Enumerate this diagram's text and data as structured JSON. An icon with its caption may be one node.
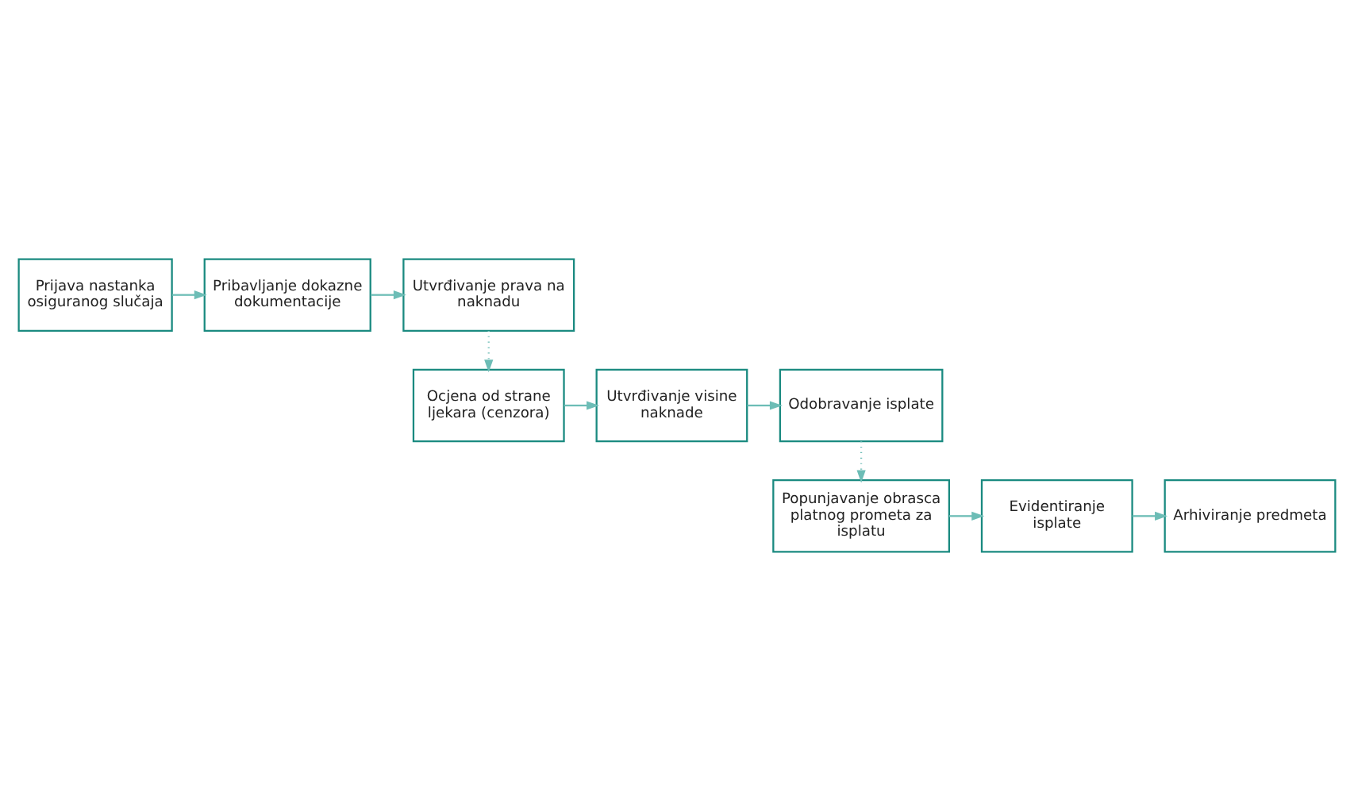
{
  "diagram": {
    "nodes": [
      {
        "text": [
          "Prijava nastanka osiguranog slučaja"
        ]
      },
      {
        "text": [
          "Pribavljanje dokazne dokumentacije"
        ]
      },
      {
        "text": [
          "Utvrđivanje prava na naknadu"
        ]
      },
      {
        "text": [
          "Ocjena od strane ljekara (cenzora)"
        ]
      },
      {
        "text": [
          "Utvrđivanje visine naknade"
        ]
      },
      {
        "text": [
          "Odobravanje isplate"
        ]
      },
      {
        "text": [
          "Popunjavanje obrasca platnog prometa za isplatu"
        ]
      },
      {
        "text": [
          "Evidentiranje isplate"
        ]
      },
      {
        "text": [
          "Arhiviranje predmeta"
        ]
      }
    ],
    "edges": [
      {
        "from": 0,
        "to": 1,
        "arrow": "to"
      },
      {
        "from": 1,
        "to": 2,
        "arrow": "to"
      },
      {
        "from": 2,
        "to": 3,
        "arrow": "to",
        "style": "dashed"
      },
      {
        "from": 3,
        "to": 4,
        "arrow": "to"
      },
      {
        "from": 4,
        "to": 5,
        "arrow": "to"
      },
      {
        "from": 5,
        "to": 6,
        "arrow": "to",
        "style": "dashed"
      },
      {
        "from": 6,
        "to": 7,
        "arrow": "to"
      },
      {
        "from": 7,
        "to": 8,
        "arrow": "to"
      }
    ]
  }
}
